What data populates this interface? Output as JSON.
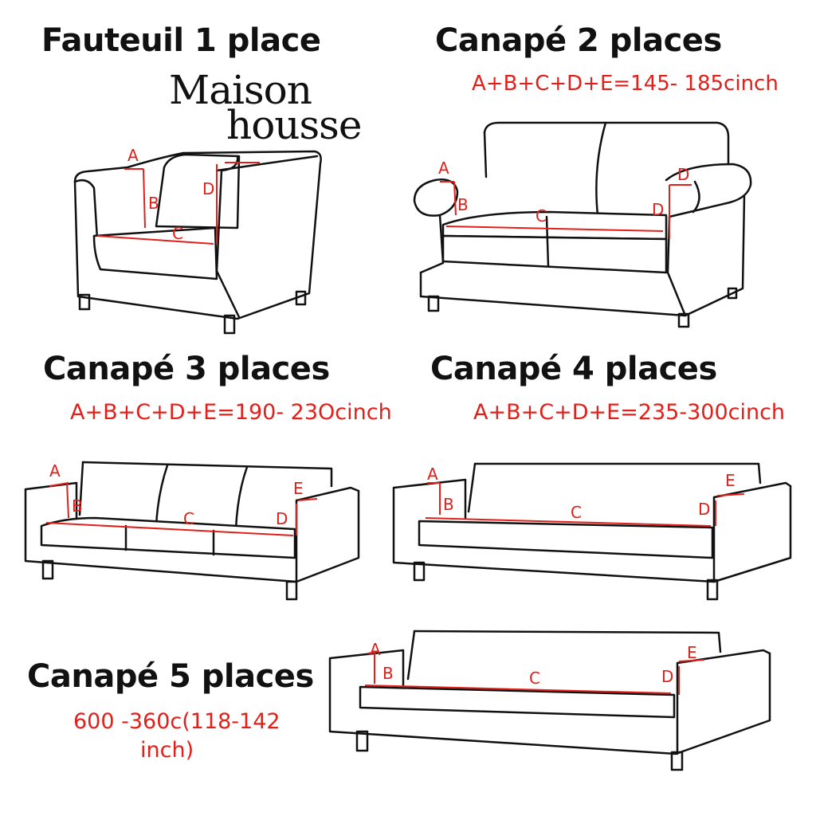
{
  "brand": {
    "line1": "Maison",
    "line2": "housse"
  },
  "sections": {
    "armchair": {
      "title": "Fauteuil 1 place",
      "labels": [
        "A",
        "B",
        "C",
        "D"
      ]
    },
    "sofa2": {
      "title": "Canapé 2 places",
      "dimensions": "A+B+C+D+E=145- 185cinch",
      "labels": [
        "A",
        "B",
        "C",
        "D",
        "D"
      ]
    },
    "sofa3": {
      "title": "Canapé 3 places",
      "dimensions": "A+B+C+D+E=190- 23Ocinch",
      "labels": [
        "A",
        "B",
        "C",
        "D",
        "E"
      ]
    },
    "sofa4": {
      "title": "Canapé 4 places",
      "dimensions": "A+B+C+D+E=235-300cinch",
      "labels": [
        "A",
        "B",
        "C",
        "D",
        "E"
      ]
    },
    "sofa5": {
      "title": "Canapé 5 places",
      "dimensions_line1": "600 -360c(118-142",
      "dimensions_line2": "inch)",
      "labels": [
        "A",
        "B",
        "C",
        "D",
        "E"
      ]
    }
  },
  "colors": {
    "text": "#111111",
    "measure": "#e0201b",
    "background": "#ffffff"
  }
}
